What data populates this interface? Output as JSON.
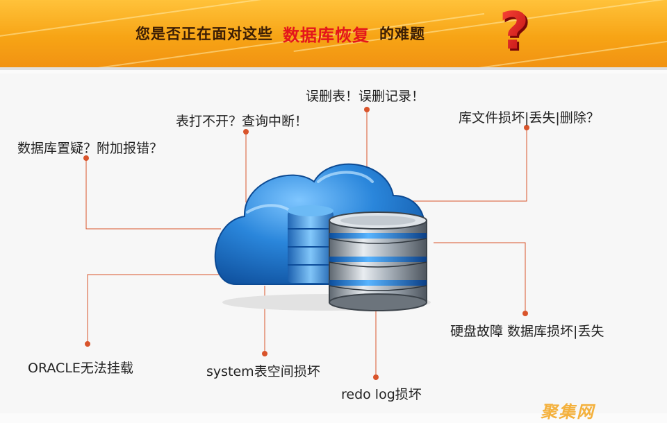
{
  "header": {
    "title_prefix": "您是否正在面对这些",
    "title_highlight": "数据库恢复",
    "title_suffix": "的难题",
    "question_mark": "?"
  },
  "labels": {
    "delete_table": "误删表！误删记录！",
    "table_open": "表打不开？查询中断！",
    "suspect": "数据库置疑？附加报错？",
    "file_damage": "库文件损坏|丢失|删除？",
    "disk_failure": "硬盘故障 数据库损坏|丢失",
    "oracle": "ORACLE无法挂载",
    "system_tbs": "system表空间损坏",
    "redo_log": "redo log损坏"
  },
  "watermark": "聚集网",
  "colors": {
    "banner_top": "#ffc23a",
    "banner_bottom": "#f19212",
    "highlight": "#e4161b",
    "connector": "#e8532a",
    "cloud_blue": "#1d74c9"
  }
}
